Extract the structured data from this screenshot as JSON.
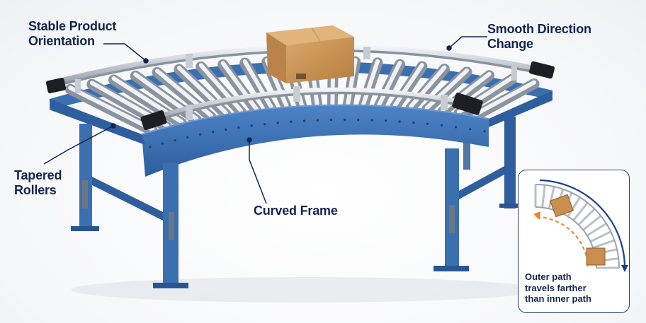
{
  "colors": {
    "frame_blue": "#3a6fb0",
    "frame_dark": "#2a5590",
    "roller_steel": "#c9ced6",
    "label_navy": "#14254d",
    "outer_arrow": "#1e3f8a",
    "inner_arrow": "#e8842a"
  },
  "callouts": {
    "stable": {
      "line1": "Stable Product",
      "line2": "Orientation"
    },
    "smooth": {
      "line1": "Smooth Direction",
      "line2": "Change"
    },
    "tapered": {
      "line1": "Tapered",
      "line2": "Rollers"
    },
    "curved": {
      "line1": "Curved Frame"
    }
  },
  "inset": {
    "caption_line1": "Outer path",
    "caption_line2": "travels farther",
    "caption_line3": "than inner path"
  },
  "icons": {
    "box": "cardboard-box-icon",
    "outer_arrow": "outer-path-arrow-icon",
    "inner_arrow": "inner-path-arrow-icon"
  }
}
